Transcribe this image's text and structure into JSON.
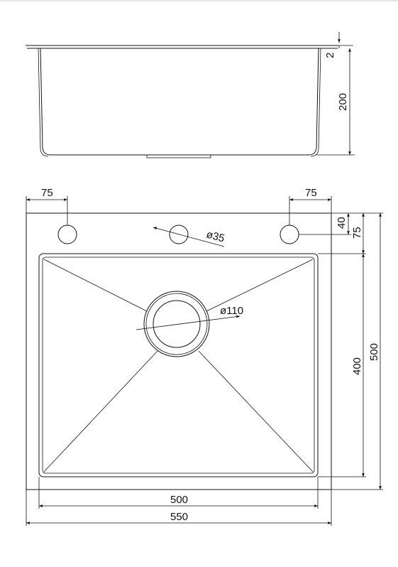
{
  "side_view": {
    "dims": {
      "rim": "2",
      "depth": "200"
    }
  },
  "top_view": {
    "dims": {
      "left_hole_offset": "75",
      "right_hole_offset": "75",
      "top_to_holes_a": "40",
      "top_to_holes_b": "75",
      "faucet_hole": "ø35",
      "drain": "ø110",
      "inner_height": "400",
      "outer_height": "500",
      "inner_width": "500",
      "outer_width": "550"
    }
  },
  "colors": {
    "line": "#111111",
    "background": "#ffffff"
  }
}
